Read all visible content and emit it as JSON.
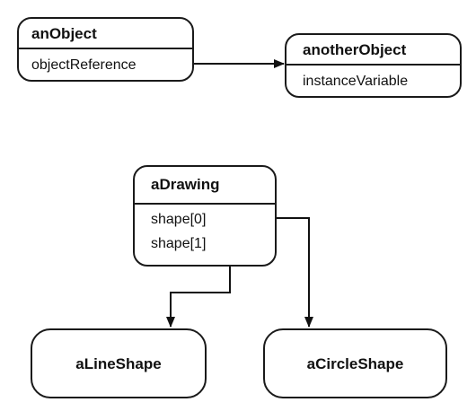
{
  "top_diagram": {
    "source": {
      "name": "anObject",
      "field": "objectReference"
    },
    "target": {
      "name": "anotherObject",
      "field": "instanceVariable"
    }
  },
  "bottom_diagram": {
    "drawing": {
      "name": "aDrawing",
      "fields": [
        "shape[0]",
        "shape[1]"
      ]
    },
    "line_shape": {
      "name": "aLineShape"
    },
    "circle_shape": {
      "name": "aCircleShape"
    }
  }
}
